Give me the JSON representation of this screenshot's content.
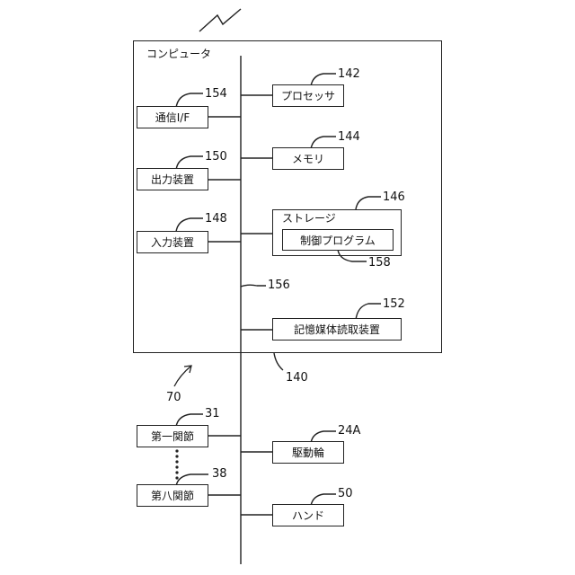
{
  "computer": {
    "label": "コンピュータ",
    "ref": "140"
  },
  "bus_ref": "156",
  "system_ref": "70",
  "blocks": {
    "comm_if": {
      "label": "通信I/F",
      "ref": "154"
    },
    "output_device": {
      "label": "出力装置",
      "ref": "150"
    },
    "input_device": {
      "label": "入力装置",
      "ref": "148"
    },
    "processor": {
      "label": "プロセッサ",
      "ref": "142"
    },
    "memory": {
      "label": "メモリ",
      "ref": "144"
    },
    "storage": {
      "label": "ストレージ",
      "ref": "146"
    },
    "control_program": {
      "label": "制御プログラム",
      "ref": "158"
    },
    "media_reader": {
      "label": "記憶媒体読取装置",
      "ref": "152"
    },
    "joint_first": {
      "label": "第一関節",
      "ref": "31"
    },
    "joint_eighth": {
      "label": "第八関節",
      "ref": "38"
    },
    "drive_wheel": {
      "label": "駆動輪",
      "ref": "24A"
    },
    "hand": {
      "label": "ハンド",
      "ref": "50"
    }
  }
}
